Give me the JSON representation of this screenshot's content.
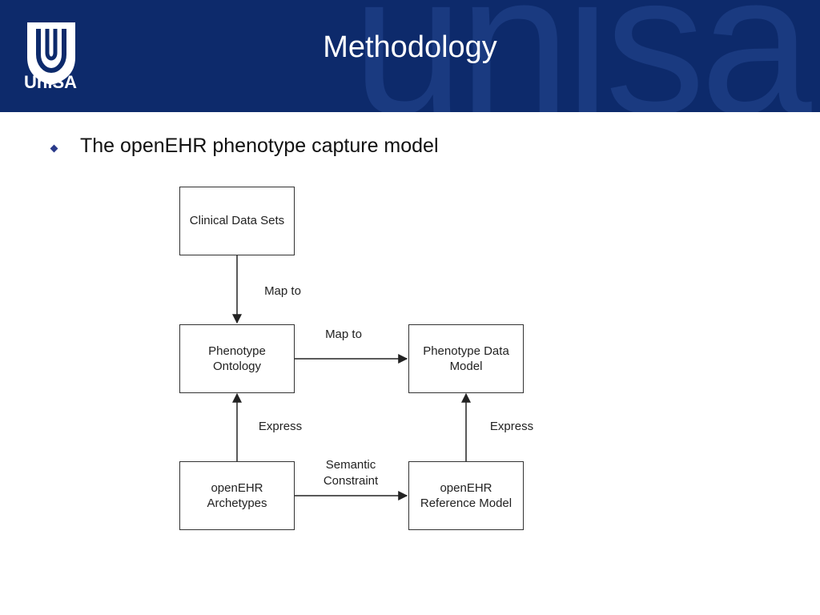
{
  "header": {
    "title": "Methodology",
    "logo_text": "UniSA",
    "watermark_text": "unisa"
  },
  "content": {
    "bullet": "The openEHR phenotype capture model"
  },
  "diagram": {
    "nodes": {
      "clinical_data_sets": "Clinical Data Sets",
      "phenotype_ontology": "Phenotype\nOntology",
      "phenotype_data_model": "Phenotype Data\nModel",
      "openehr_archetypes": "openEHR\nArchetypes",
      "openehr_reference_model": "openEHR\nReference Model"
    },
    "edges": {
      "clinical_to_ontology": "Map to",
      "ontology_to_data_model": "Map to",
      "archetypes_to_ontology": "Express",
      "reference_to_data_model": "Express",
      "archetypes_to_reference": "Semantic\nConstraint"
    },
    "line_color": "#222222"
  },
  "colors": {
    "header_bg": "#0d2a6b",
    "bullet": "#2a3a8a"
  }
}
